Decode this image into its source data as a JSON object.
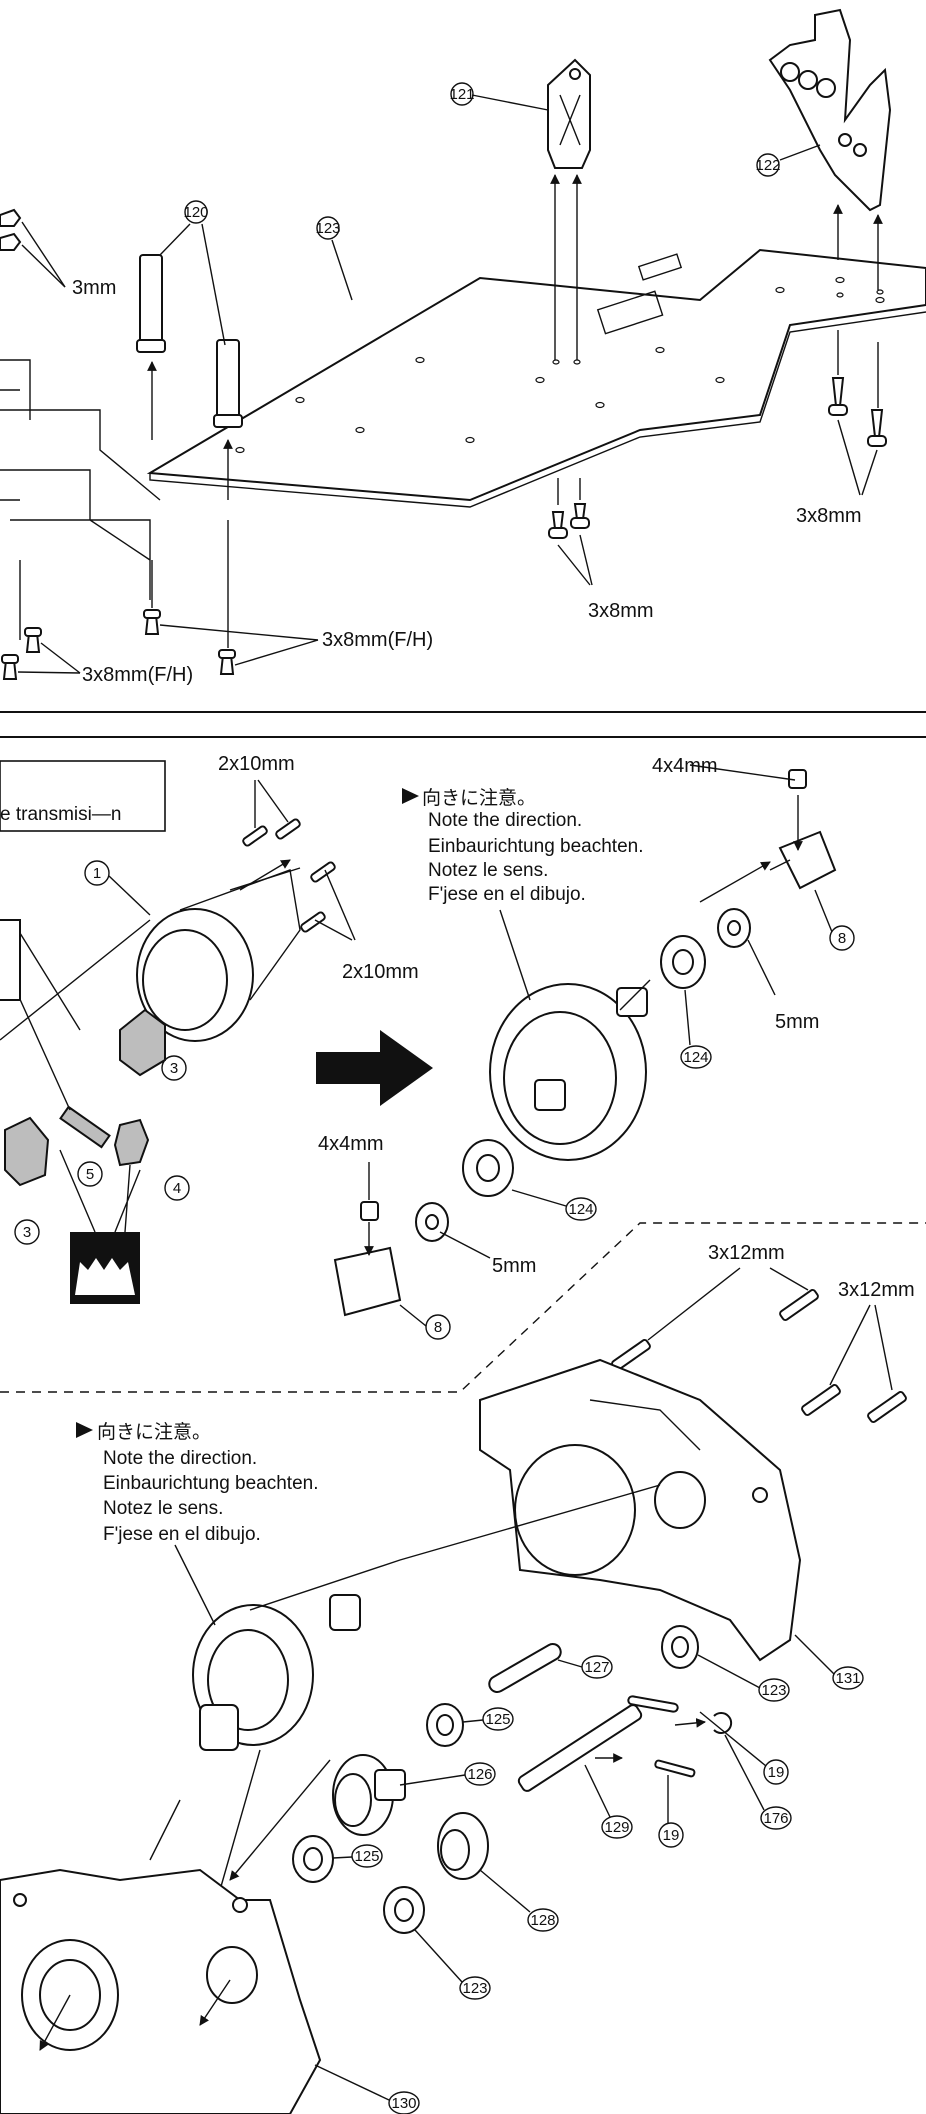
{
  "top_section": {
    "parts": [
      "121",
      "122",
      "123",
      "120"
    ],
    "screws": {
      "nut": "3mm",
      "right_rear": "3x8mm",
      "middle": "3x8mm",
      "bottom_right": "3x8mm(F/H)",
      "bottom_left": "3x8mm(F/H)"
    }
  },
  "middle_section": {
    "box_text": "e transmisi—n",
    "screws": {
      "top": "2x10mm",
      "side": "2x10mm",
      "grub_top": "4x4mm",
      "grub_bottom": "4x4mm",
      "washer_right": "5mm",
      "washer_left": "5mm"
    },
    "note": {
      "jp": "向きに注意。",
      "en": "Note the direction.",
      "de": "Einbaurichtung beachten.",
      "fr": "Notez le sens.",
      "es": "F'jese en el dibujo."
    },
    "circle_parts": [
      "1",
      "3",
      "4",
      "5",
      "3",
      "8",
      "8"
    ],
    "oval_parts": [
      "124",
      "124"
    ]
  },
  "bottom_section": {
    "screws": {
      "left": "3x12mm",
      "right": "3x12mm"
    },
    "note": {
      "jp": "向きに注意。",
      "en": "Note the direction.",
      "de": "Einbaurichtung beachten.",
      "fr": "Notez le sens.",
      "es": "F'jese en el dibujo."
    },
    "parts": [
      "127",
      "131",
      "123",
      "125",
      "126",
      "19",
      "176",
      "129",
      "19",
      "125",
      "128",
      "123",
      "130"
    ]
  }
}
